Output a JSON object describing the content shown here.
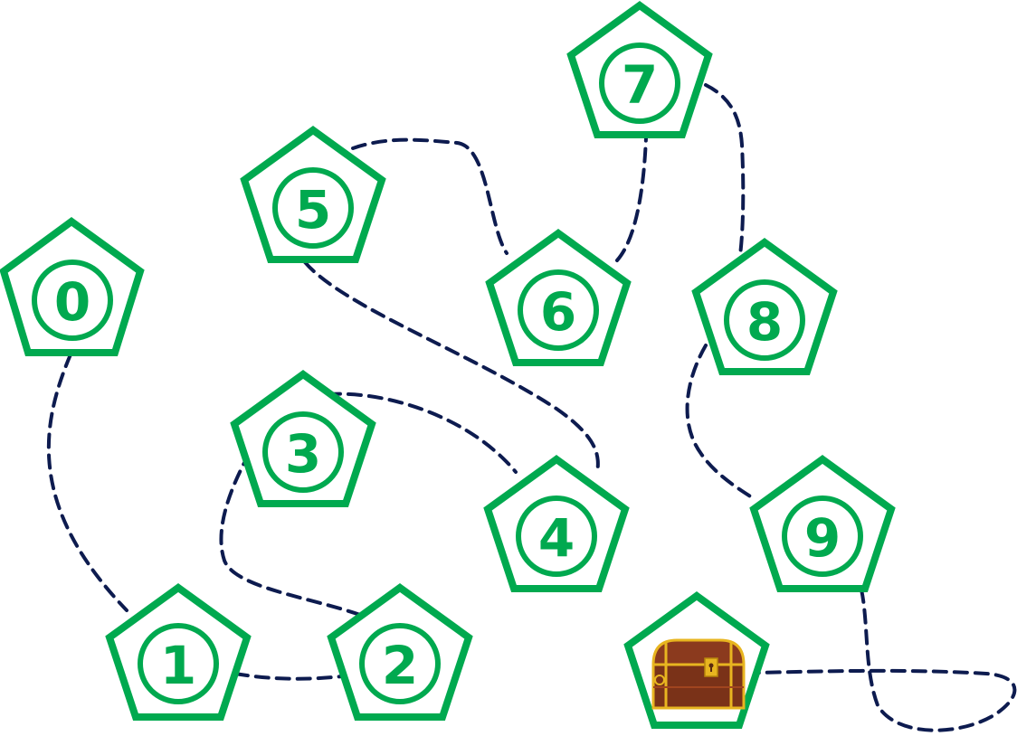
{
  "nodes": [
    {
      "label": "0"
    },
    {
      "label": "1"
    },
    {
      "label": "2"
    },
    {
      "label": "3"
    },
    {
      "label": "4"
    },
    {
      "label": "5"
    },
    {
      "label": "6"
    },
    {
      "label": "7"
    },
    {
      "label": "8"
    },
    {
      "label": "9"
    }
  ],
  "colors": {
    "node_stroke": "#00a94f",
    "path_stroke": "#0d1b4f",
    "chest_wood": "#8b3a1e",
    "chest_trim": "#e8b520"
  },
  "icons": {
    "goal": "treasure-chest-icon"
  }
}
